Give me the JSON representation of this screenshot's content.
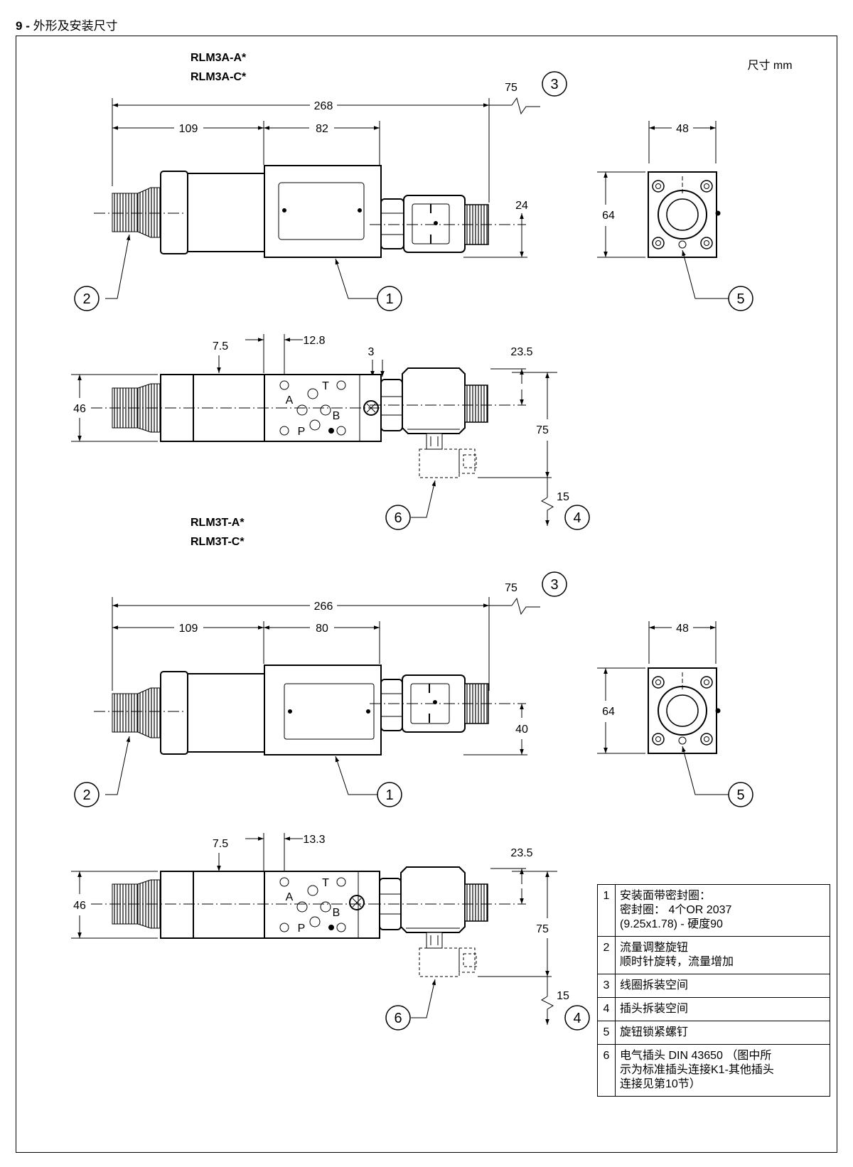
{
  "header": {
    "section_number": "9",
    "separator": " - ",
    "title": "外形及安装尺寸"
  },
  "units_label": "尺寸 mm",
  "models": {
    "a_line1": "RLM3A-A*",
    "a_line2": "RLM3A-C*",
    "t_line1": "RLM3T-A*",
    "t_line2": "RLM3T-C*"
  },
  "dims": {
    "a_total": "268",
    "a_left": "109",
    "a_body": "82",
    "a_removal": "75",
    "a_side_h": "24",
    "a_end_w": "48",
    "a_end_h": "64",
    "a_bot_offset": "7.5",
    "a_bot_pitch": "12.8",
    "a_bot_3": "3",
    "a_bot_23": "23.5",
    "a_bot_h": "46",
    "a_bot_75": "75",
    "a_bot_15": "15",
    "t_total": "266",
    "t_left": "109",
    "t_body": "80",
    "t_removal": "75",
    "t_side_h": "40",
    "t_end_w": "48",
    "t_end_h": "64",
    "t_bot_offset": "7.5",
    "t_bot_pitch": "13.3",
    "t_bot_23": "23.5",
    "t_bot_h": "46",
    "t_bot_75": "75",
    "t_bot_15": "15"
  },
  "ports": {
    "a": "A",
    "b": "B",
    "p": "P",
    "t": "T"
  },
  "callouts": {
    "c1": "1",
    "c2": "2",
    "c3": "3",
    "c4": "4",
    "c5": "5",
    "c6": "6"
  },
  "legend": [
    {
      "num": "1",
      "lines": [
        "安装面带密封圈：",
        "密封圈： 4个OR 2037",
        "(9.25x1.78) - 硬度90"
      ]
    },
    {
      "num": "2",
      "lines": [
        "流量调整旋钮",
        "顺时针旋转，流量增加"
      ]
    },
    {
      "num": "3",
      "lines": [
        "线圈拆装空间"
      ]
    },
    {
      "num": "4",
      "lines": [
        "插头拆装空间"
      ]
    },
    {
      "num": "5",
      "lines": [
        "旋钮锁紧螺钉"
      ]
    },
    {
      "num": "6",
      "lines": [
        "电气插头 DIN 43650 （图中所",
        "示为标准插头连接K1-其他插头",
        "连接见第10节）"
      ]
    }
  ]
}
